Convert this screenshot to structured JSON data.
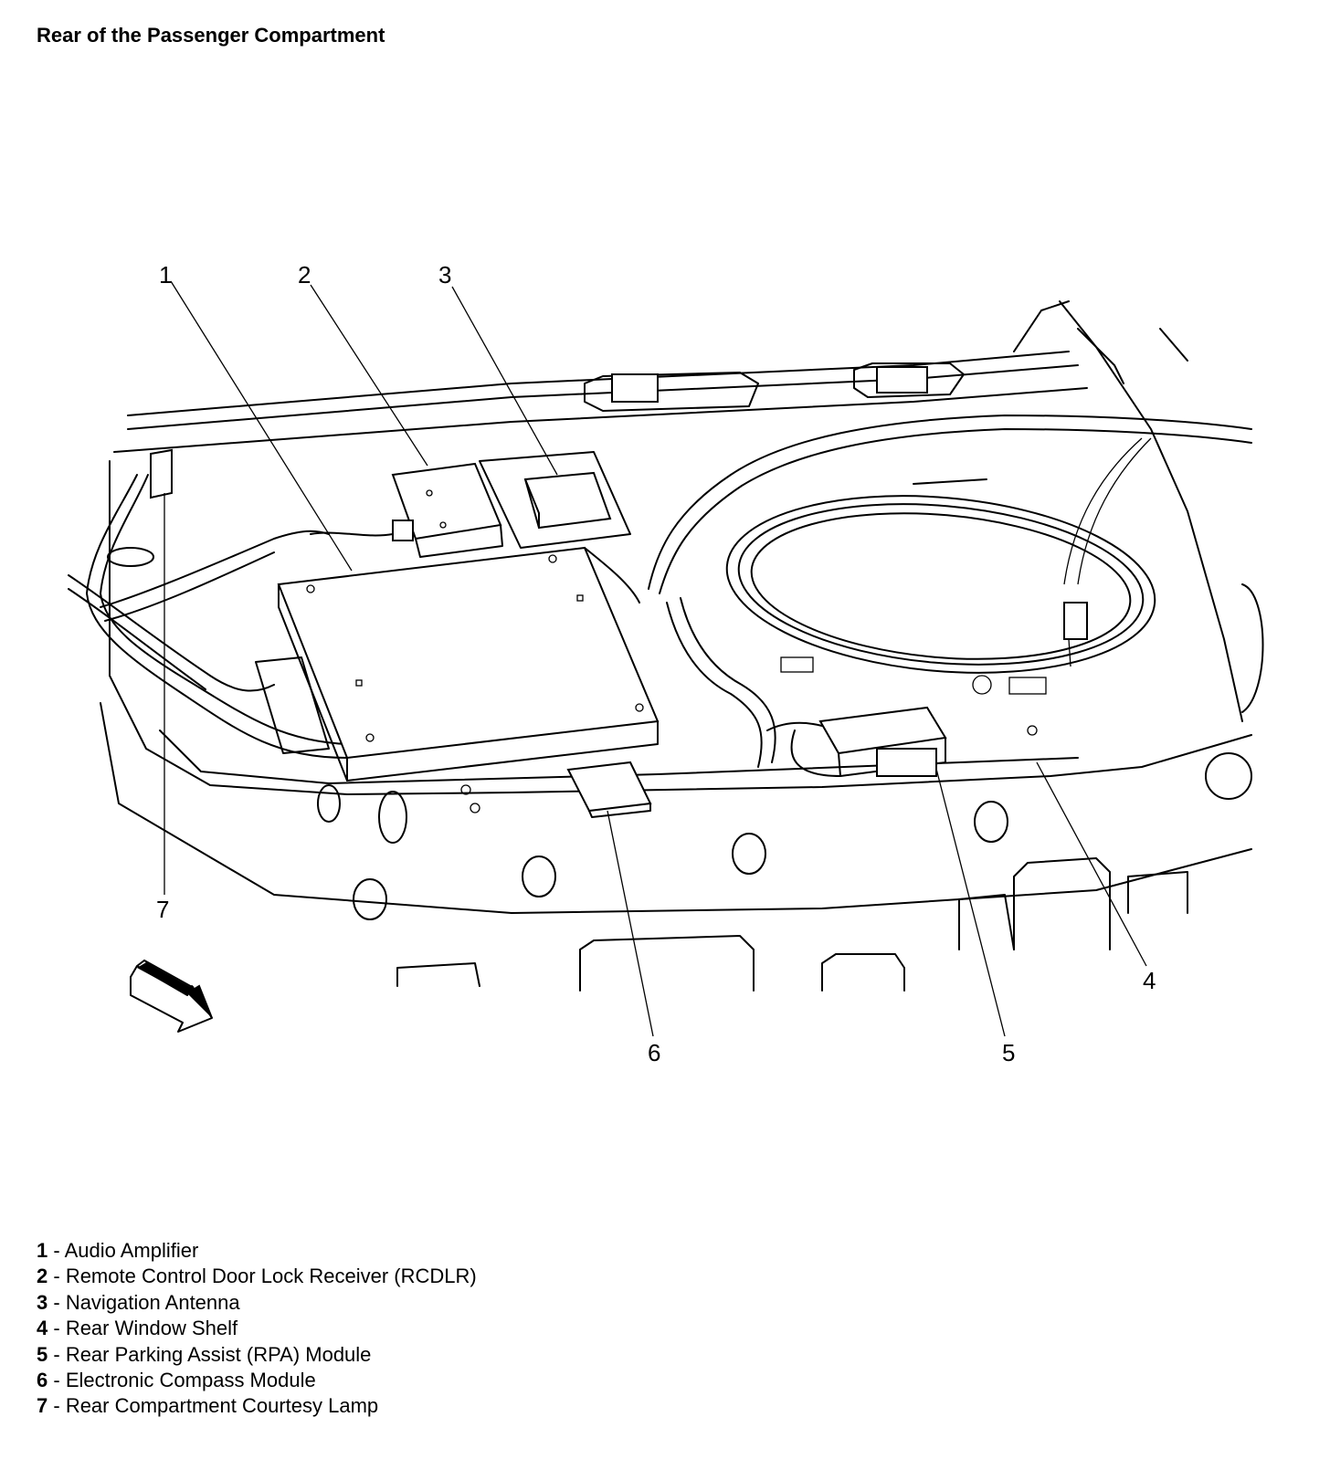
{
  "title": "Rear of the Passenger Compartment",
  "callouts": [
    {
      "number": "1",
      "label": "Audio Amplifier"
    },
    {
      "number": "2",
      "label": "Remote Control Door Lock Receiver (RCDLR)"
    },
    {
      "number": "3",
      "label": "Navigation Antenna"
    },
    {
      "number": "4",
      "label": "Rear Window Shelf"
    },
    {
      "number": "5",
      "label": "Rear Parking Assist (RPA) Module"
    },
    {
      "number": "6",
      "label": "Electronic Compass Module"
    },
    {
      "number": "7",
      "label": "Rear Compartment Courtesy Lamp"
    }
  ],
  "separator": " - ",
  "icons": [
    "direction-arrow-icon"
  ]
}
